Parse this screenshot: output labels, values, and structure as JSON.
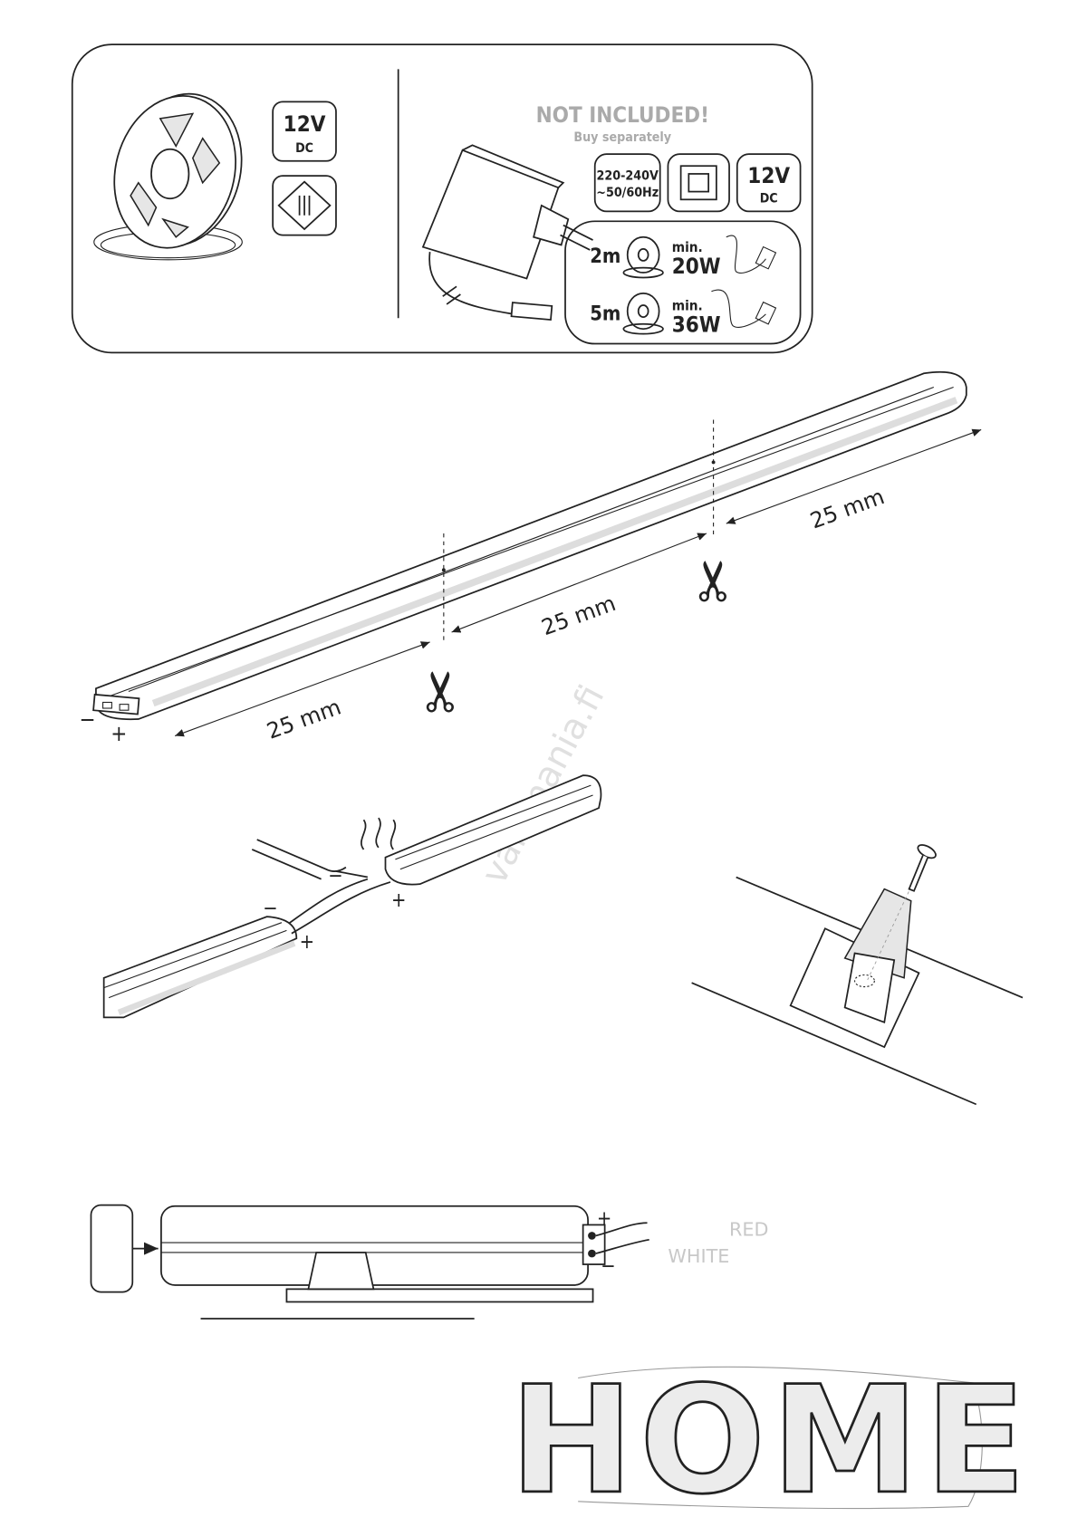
{
  "spec_panel": {
    "voltage_badge": {
      "value": "12V",
      "unit": "DC"
    },
    "not_included": {
      "title": "NOT INCLUDED!",
      "subtitle": "Buy separately"
    },
    "input_badge": {
      "line1": "220-240V",
      "line2": "~50/60Hz"
    },
    "output_badge": {
      "value": "12V",
      "unit": "DC"
    },
    "power_table": [
      {
        "length": "2m",
        "min_label": "min.",
        "power": "20W"
      },
      {
        "length": "5m",
        "min_label": "min.",
        "power": "36W"
      }
    ]
  },
  "cutting": {
    "segment_labels": [
      "25 mm",
      "25 mm",
      "25 mm"
    ],
    "minus": "−",
    "plus": "+"
  },
  "soldering": {
    "minus": "−",
    "plus": "+"
  },
  "wiring": {
    "plus": "+",
    "minus": "−",
    "wire_red": "RED",
    "wire_white": "WHITE"
  },
  "example_sign": {
    "word": "HOME"
  },
  "watermark": "valomania.fi"
}
